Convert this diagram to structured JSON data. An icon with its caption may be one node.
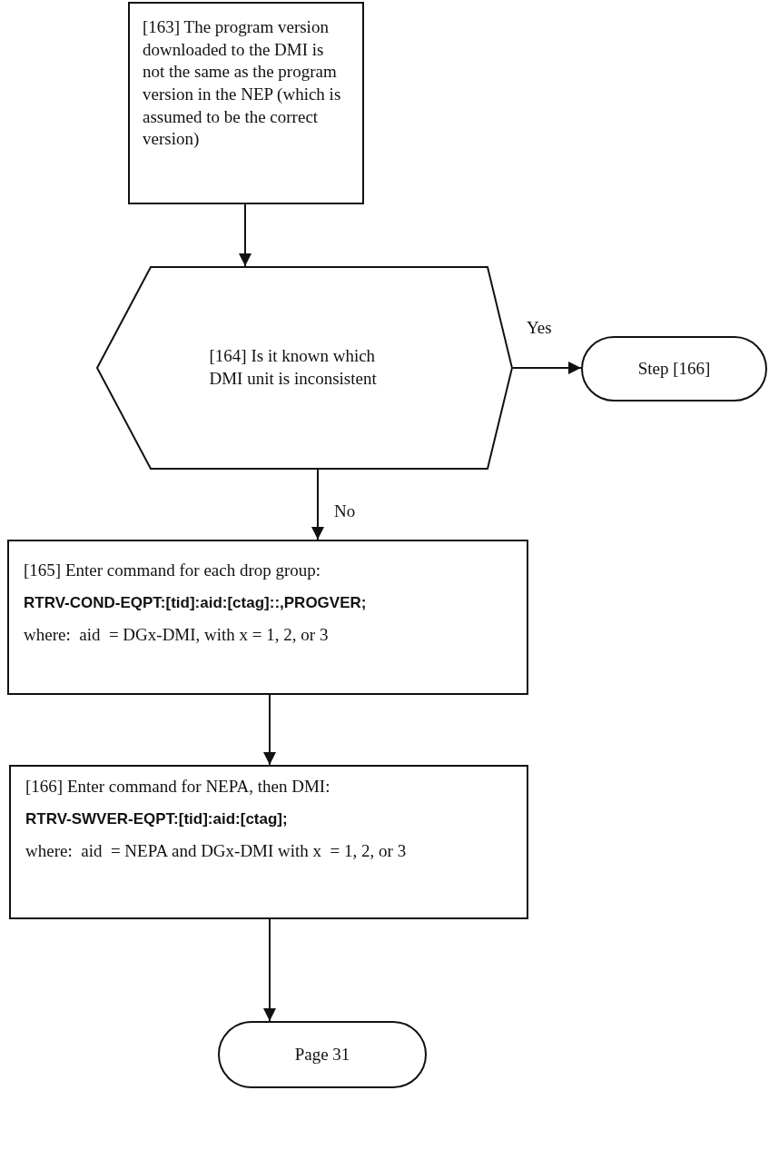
{
  "diagram": {
    "nodes": [
      {
        "text": [
          "[163] The program version downloaded to the DMI is not the same as the program version in the NEP (which is assumed to be the correct version)"
        ]
      },
      {
        "text": [
          "[164] Is it known which DMI unit is inconsistent"
        ]
      },
      {
        "text": [
          "Step [166]"
        ]
      },
      {
        "text": [
          "[165] Enter command for each drop group:",
          "RTRV-COND-EQPT:[tid]:aid:[ctag]::,PROGVER;",
          "where:  aid  = DGx-DMI, with x = 1, 2, or 3"
        ]
      },
      {
        "text": [
          "[166] Enter command for NEPA, then DMI:",
          "RTRV-SWVER-EQPT:[tid]:aid:[ctag];",
          "where:  aid  = NEPA and DGx-DMI with x  = 1, 2, or 3"
        ]
      },
      {
        "text": [
          "Page 31"
        ]
      }
    ],
    "edges": [
      {
        "from": 0,
        "to": 1,
        "arrow": "to"
      },
      {
        "from": 1,
        "to": 2,
        "arrow": "to",
        "label": "Yes"
      },
      {
        "from": 1,
        "to": 3,
        "arrow": "to",
        "label": "No"
      },
      {
        "from": 3,
        "to": 4,
        "arrow": "to"
      },
      {
        "from": 4,
        "to": 5,
        "arrow": "to"
      }
    ]
  }
}
